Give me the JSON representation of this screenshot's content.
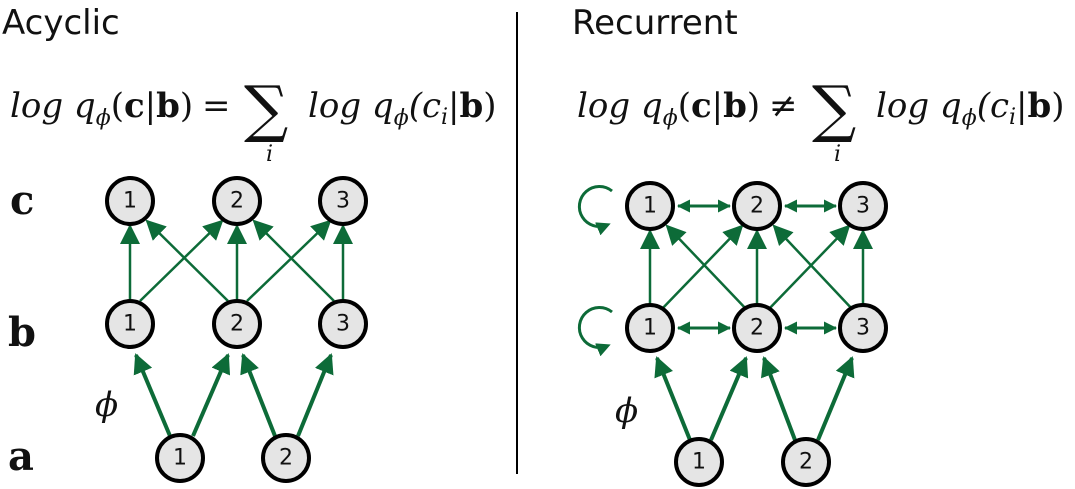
{
  "panels": [
    {
      "id": "acyclic",
      "title": "Acyclic",
      "equation": {
        "lhs_prefix": "log q",
        "lhs_sub": "ϕ",
        "lhs_arg_open": "(",
        "lhs_c": "c",
        "lhs_bar": "|",
        "lhs_b": "b",
        "lhs_close": ")",
        "relation": "=",
        "sum_symbol": "∑",
        "sum_index": "i",
        "rhs_prefix": "log q",
        "rhs_sub": "ϕ",
        "rhs_open": "(c",
        "rhs_index": "i",
        "rhs_bar": "|",
        "rhs_b": "b",
        "rhs_close": ")"
      },
      "phi_label": "ϕ"
    },
    {
      "id": "recurrent",
      "title": "Recurrent",
      "equation": {
        "lhs_prefix": "log q",
        "lhs_sub": "ϕ",
        "lhs_arg_open": "(",
        "lhs_c": "c",
        "lhs_bar": "|",
        "lhs_b": "b",
        "lhs_close": ")",
        "relation": "≠",
        "sum_symbol": "∑",
        "sum_index": "i",
        "rhs_prefix": "log q",
        "rhs_sub": "ϕ",
        "rhs_open": "(c",
        "rhs_index": "i",
        "rhs_bar": "|",
        "rhs_b": "b",
        "rhs_close": ")"
      },
      "phi_label": "ϕ"
    }
  ],
  "row_labels": [
    "c",
    "b",
    "a"
  ],
  "node_labels": {
    "c": [
      "1",
      "2",
      "3"
    ],
    "b": [
      "1",
      "2",
      "3"
    ],
    "a": [
      "1",
      "2"
    ]
  },
  "colors": {
    "edge": "#0d6b38",
    "node_fill": "#e5e5e5",
    "node_stroke": "#000000",
    "divider": "#000000"
  }
}
